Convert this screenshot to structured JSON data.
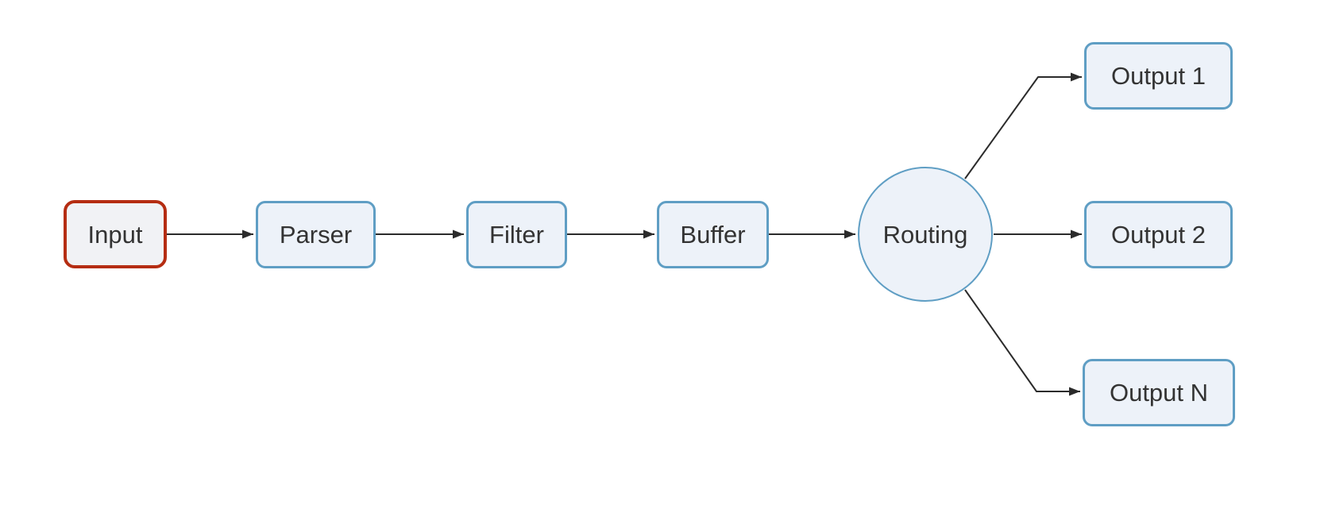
{
  "diagram": {
    "type": "flowchart",
    "direction": "left-to-right",
    "nodes": [
      {
        "id": "input",
        "label": "Input",
        "shape": "rounded-rect",
        "accent": "red"
      },
      {
        "id": "parser",
        "label": "Parser",
        "shape": "rounded-rect",
        "accent": "blue"
      },
      {
        "id": "filter",
        "label": "Filter",
        "shape": "rounded-rect",
        "accent": "blue"
      },
      {
        "id": "buffer",
        "label": "Buffer",
        "shape": "rounded-rect",
        "accent": "blue"
      },
      {
        "id": "routing",
        "label": "Routing",
        "shape": "circle",
        "accent": "blue"
      },
      {
        "id": "output-1",
        "label": "Output 1",
        "shape": "rounded-rect",
        "accent": "blue"
      },
      {
        "id": "output-2",
        "label": "Output 2",
        "shape": "rounded-rect",
        "accent": "blue"
      },
      {
        "id": "output-n",
        "label": "Output N",
        "shape": "rounded-rect",
        "accent": "blue"
      }
    ],
    "edges": [
      {
        "from": "input",
        "to": "parser"
      },
      {
        "from": "parser",
        "to": "filter"
      },
      {
        "from": "filter",
        "to": "buffer"
      },
      {
        "from": "buffer",
        "to": "routing"
      },
      {
        "from": "routing",
        "to": "output-1"
      },
      {
        "from": "routing",
        "to": "output-2"
      },
      {
        "from": "routing",
        "to": "output-n"
      }
    ],
    "colors": {
      "background": "#ffffff",
      "node_fill": "#edf2f9",
      "node_stroke": "#5f9ec4",
      "input_fill": "#f1f2f5",
      "input_stroke": "#b52d12",
      "edge_stroke": "#2b2b2b",
      "text": "#333333"
    }
  }
}
